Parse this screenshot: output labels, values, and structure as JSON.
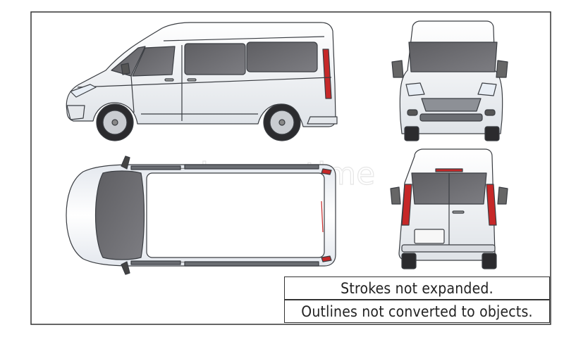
{
  "notes": {
    "strokes": "Strokes not expanded.",
    "outlines": "Outlines not converted to objects."
  },
  "watermark": "dreamstime",
  "colors": {
    "body": "#f2f4f7",
    "outline": "#3a3d42",
    "glass": "#6c6c70",
    "taillight": "#c62828",
    "tire": "#2b2b2e",
    "rim": "#c9ccd1"
  }
}
